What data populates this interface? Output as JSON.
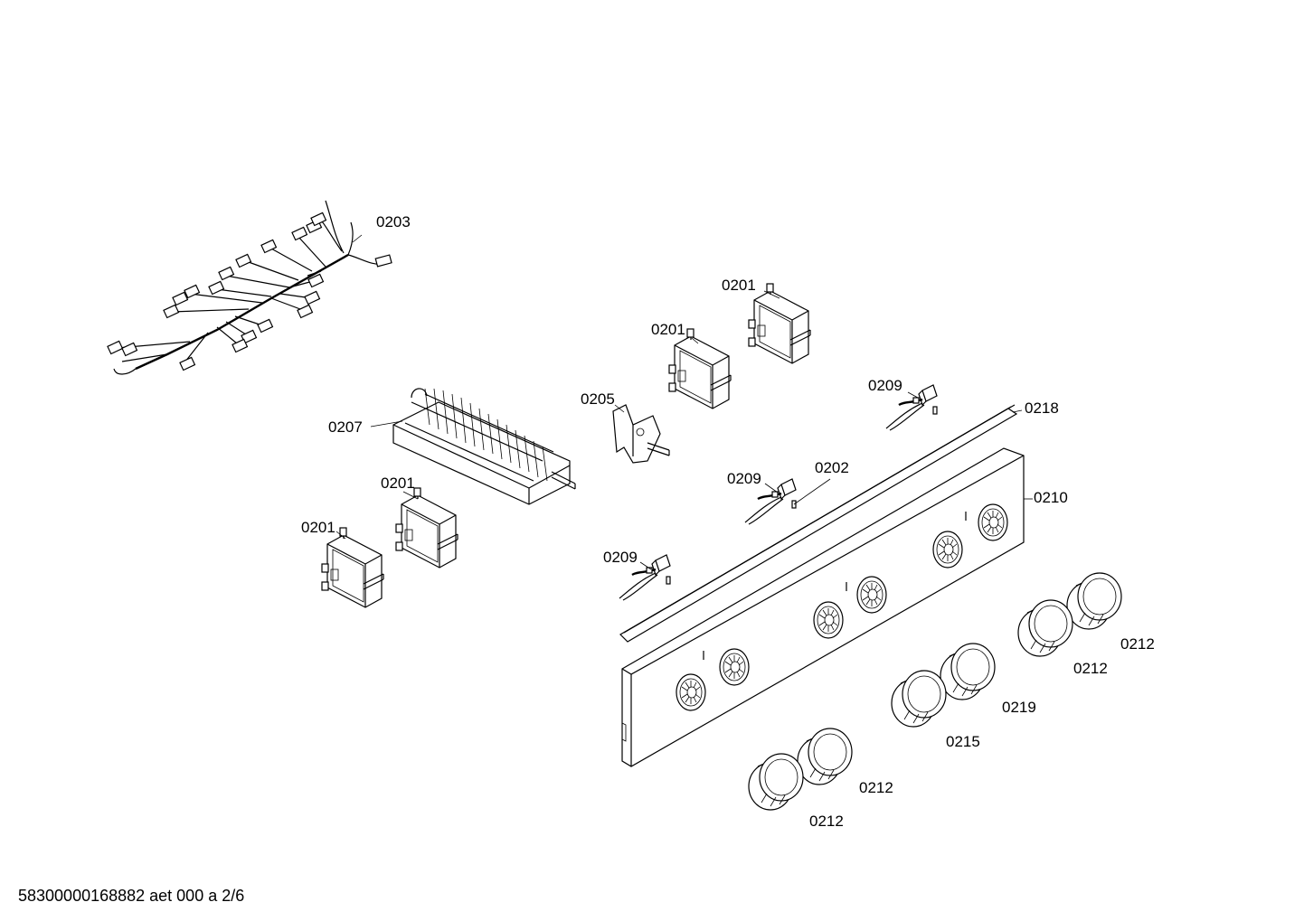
{
  "labels": {
    "harness": "0203",
    "switch_top_right": "0201",
    "switch_top_left": "0201",
    "switch_bottom_right": "0201",
    "switch_bottom_left": "0201",
    "block": "0207",
    "bracket": "0205",
    "sensor_top": "0209",
    "sensor_mid": "0209",
    "sensor_low": "0209",
    "lamp": "0202",
    "strip": "0218",
    "panel": "0210",
    "knob_far_right": "0212",
    "knob_right": "0212",
    "knob_mid_right": "0219",
    "knob_mid": "0215",
    "knob_left2": "0212",
    "knob_left": "0212"
  },
  "footer": "58300000168882 aet 000 a 2/6"
}
